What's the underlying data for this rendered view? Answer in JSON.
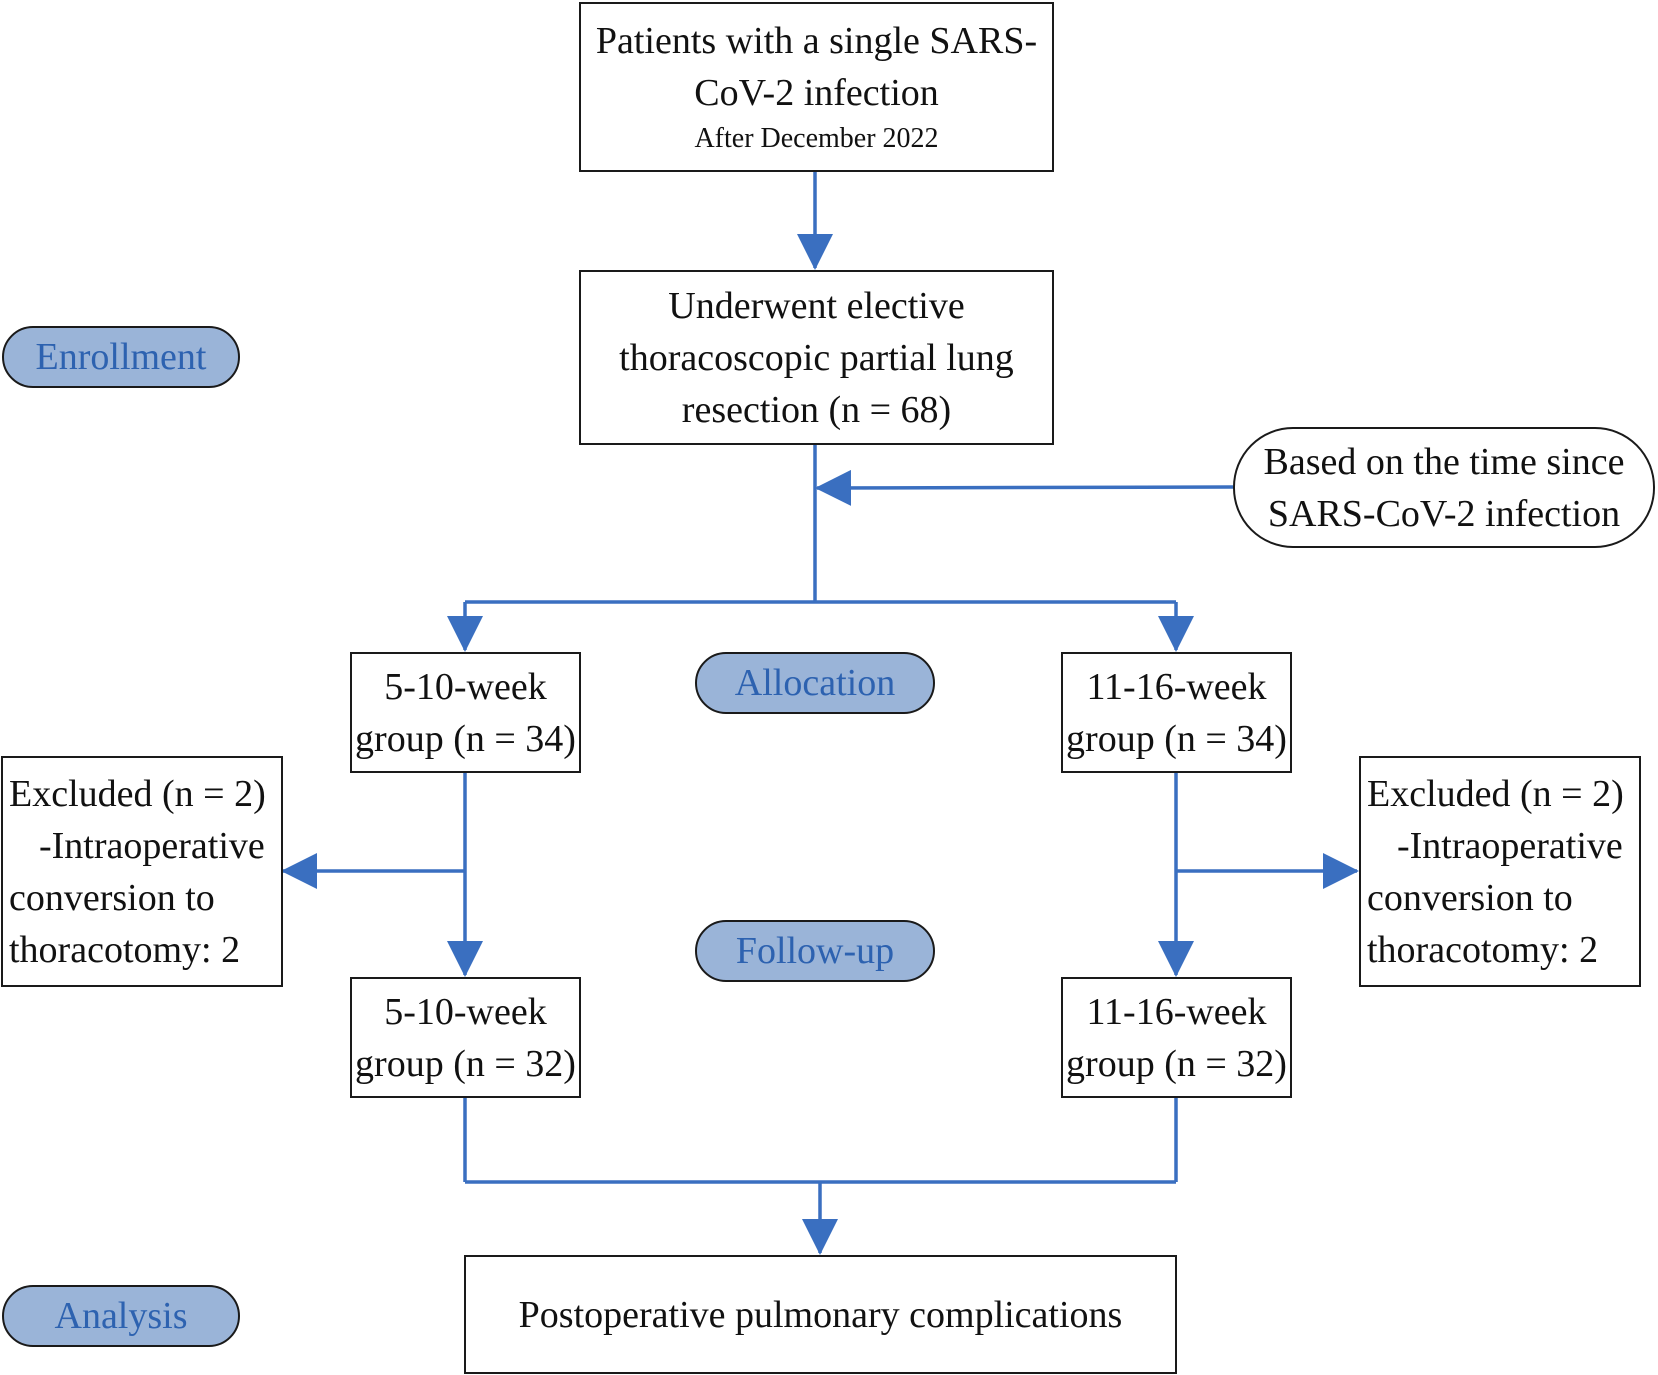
{
  "colors": {
    "arrow": "#3a6fc0",
    "box_border": "#1a1a1a",
    "pill_fill": "#9ab4d8",
    "pill_text": "#2d62b0"
  },
  "phases": {
    "enrollment": "Enrollment",
    "allocation": "Allocation",
    "follow_up": "Follow-up",
    "analysis": "Analysis"
  },
  "nodes": {
    "patients": {
      "line1": "Patients with a single SARS-",
      "line2": "CoV-2 infection",
      "sub": "After December 2022"
    },
    "resection": {
      "line1": "Underwent elective",
      "line2": "thoracoscopic partial lung",
      "line3": "resection (n = 68)"
    },
    "criterion": {
      "line1": "Based on the time since",
      "line2": "SARS-CoV-2 infection"
    },
    "group_a_allocated": {
      "line1": "5-10-week",
      "line2": "group (n = 34)"
    },
    "group_b_allocated": {
      "line1": "11-16-week",
      "line2": "group (n = 34)"
    },
    "excluded_a": {
      "line1": "Excluded (n = 2)",
      "line2": "-Intraoperative",
      "line3": "conversion to",
      "line4": "thoracotomy: 2"
    },
    "excluded_b": {
      "line1": "Excluded (n = 2)",
      "line2": "-Intraoperative",
      "line3": "conversion to",
      "line4": "thoracotomy: 2"
    },
    "group_a_followup": {
      "line1": "5-10-week",
      "line2": "group (n = 32)"
    },
    "group_b_followup": {
      "line1": "11-16-week",
      "line2": "group (n = 32)"
    },
    "outcome": {
      "line1": "Postoperative pulmonary complications"
    }
  }
}
